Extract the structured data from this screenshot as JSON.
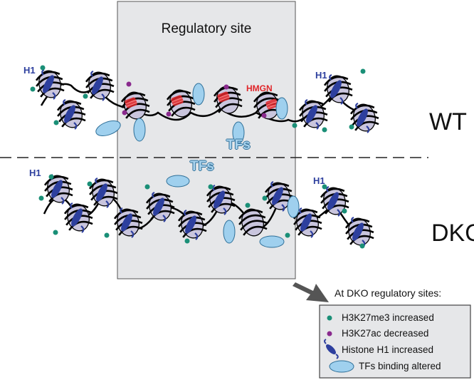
{
  "region": {
    "title": "Regulatory site"
  },
  "conditions": {
    "wt": "WT",
    "dko": "DKO"
  },
  "labels": {
    "tfs_wt": "TFs",
    "tfs_dko": "TFs",
    "h1": "H1",
    "hmgn": "HMGN"
  },
  "legend": {
    "title": "At DKO regulatory sites:",
    "items": [
      {
        "label": "H3K27me3 increased",
        "marker": "teal-dot",
        "color": "#1a8f77"
      },
      {
        "label": "H3K27ac decreased",
        "marker": "purple-dot",
        "color": "#8a2a8e"
      },
      {
        "label": "Histone H1 increased",
        "marker": "histone-h1-icon",
        "color": "#2d3f9e"
      },
      {
        "label": "TFs binding altered",
        "marker": "tf-ellipse",
        "color": "#9fd0ee"
      }
    ]
  },
  "colors": {
    "nucleosome": "#c9c5dd",
    "histone_h1": "#2d3f9e",
    "hmgn": "#e0262a",
    "tf": "#9fd0ee",
    "h3k27me3": "#1a8f77",
    "h3k27ac": "#8a2a8e",
    "region_fill": "#e6e7e9"
  }
}
